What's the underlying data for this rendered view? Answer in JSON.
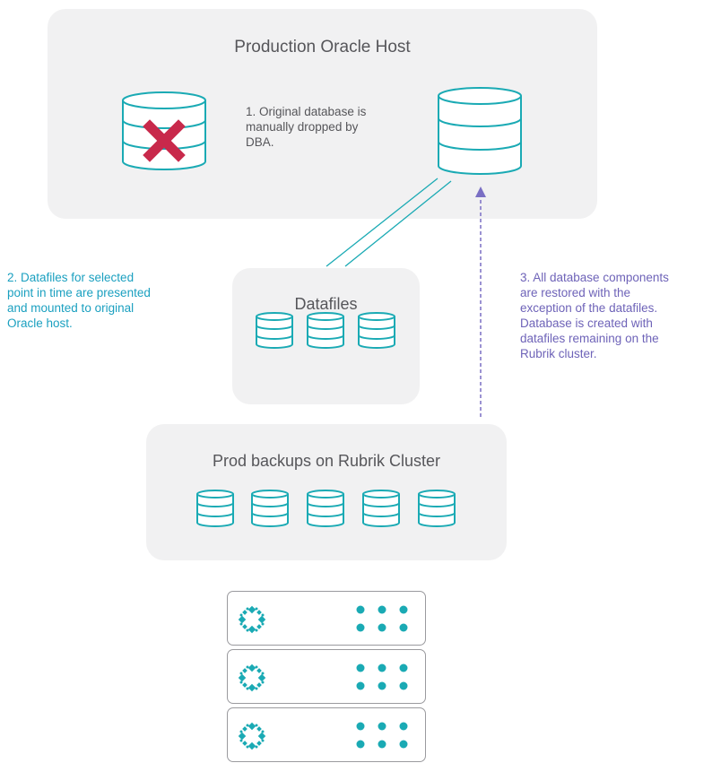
{
  "colors": {
    "panel": "#f1f1f2",
    "accent_teal": "#1aaab4",
    "dropped_x": "#c8294b",
    "note_teal": "#1ba0c0",
    "note_violet": "#6e63b8",
    "arrow_violet": "#7a6fc4",
    "title_gray": "#56565a"
  },
  "production_host": {
    "title": "Production Oracle Host",
    "note": [
      "1. Original database is",
      "manually dropped by",
      "DBA."
    ],
    "icons": [
      "dropped-database-icon",
      "restored-database-icon"
    ]
  },
  "datafiles": {
    "title": "Datafiles",
    "icons": [
      "database-icon",
      "database-icon",
      "database-icon"
    ]
  },
  "rubrik_cluster": {
    "title": "Prod backups on Rubrik Cluster",
    "icons": [
      "database-icon",
      "database-icon",
      "database-icon",
      "database-icon",
      "database-icon"
    ]
  },
  "note_mount": {
    "lines": [
      "2. Datafiles for selected",
      "point in time are presented",
      "and mounted to original",
      "Oracle host."
    ]
  },
  "note_restore": {
    "lines": [
      "3. All database components",
      "are restored with the",
      "exception of the datafiles.",
      "Database is created with",
      "datafiles remaining on the",
      "Rubrik cluster."
    ]
  },
  "servers": [
    {
      "icon": "rubrik-logo-icon",
      "indicator": "led-grid-icon"
    },
    {
      "icon": "rubrik-logo-icon",
      "indicator": "led-grid-icon"
    },
    {
      "icon": "rubrik-logo-icon",
      "indicator": "led-grid-icon"
    }
  ]
}
